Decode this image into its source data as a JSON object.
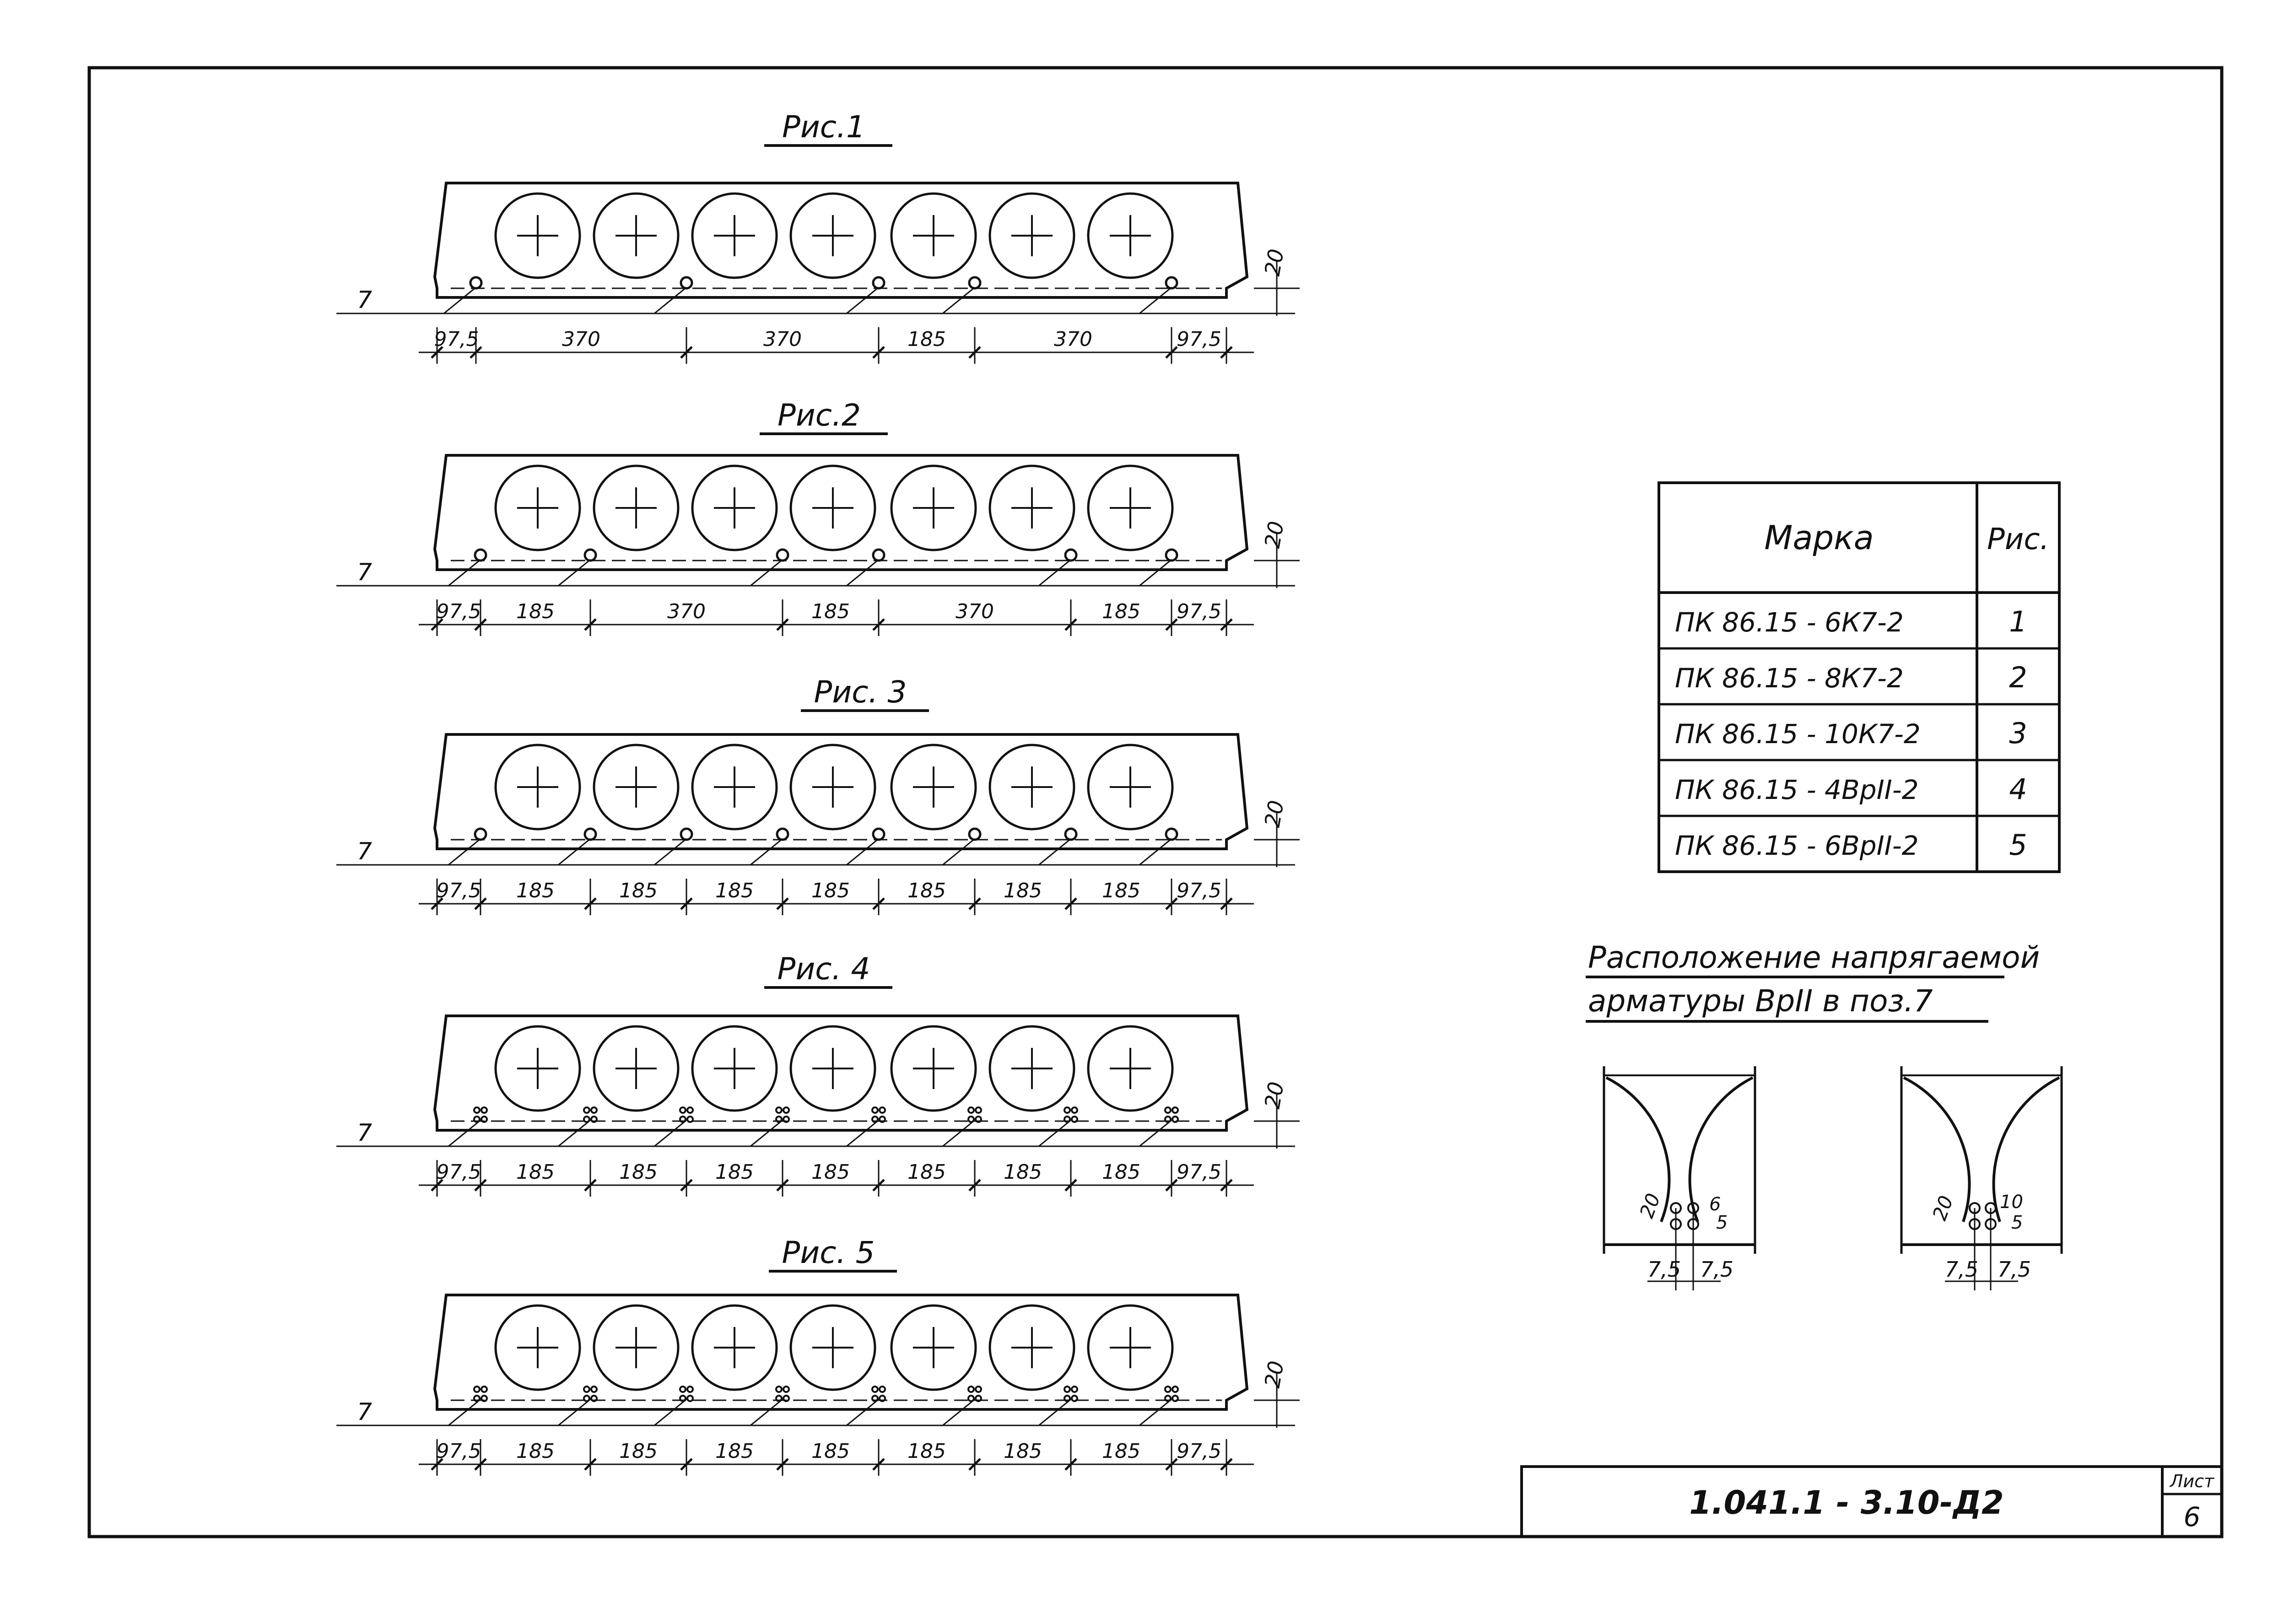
{
  "figures": [
    {
      "title": "Рис.1",
      "dims": [
        "97,5",
        "370",
        "370",
        "185",
        "370",
        "97,5"
      ],
      "bars": [
        1040,
        1500,
        1920,
        2130,
        2560
      ],
      "bar_style": "single"
    },
    {
      "title": "Рис.2",
      "dims": [
        "97,5",
        "185",
        "370",
        "185",
        "370",
        "185",
        "97,5"
      ],
      "bars": [
        1050,
        1290,
        1710,
        1920,
        2340,
        2560
      ],
      "bar_style": "single"
    },
    {
      "title": "Рис. 3",
      "dims": [
        "97,5",
        "185",
        "185",
        "185",
        "185",
        "185",
        "185",
        "185",
        "97,5"
      ],
      "bars": [
        1050,
        1290,
        1500,
        1710,
        1920,
        2130,
        2340,
        2560
      ],
      "bar_style": "single"
    },
    {
      "title": "Рис. 4",
      "dims": [
        "97,5",
        "185",
        "185",
        "185",
        "185",
        "185",
        "185",
        "185",
        "97,5"
      ],
      "bars": [
        1050,
        1290,
        1500,
        1710,
        1920,
        2130,
        2340,
        2560
      ],
      "bar_style": "wire"
    },
    {
      "title": "Рис. 5",
      "dims": [
        "97,5",
        "185",
        "185",
        "185",
        "185",
        "185",
        "185",
        "185",
        "97,5"
      ],
      "bars": [
        1050,
        1290,
        1500,
        1710,
        1920,
        2130,
        2340,
        2560
      ],
      "bar_style": "wire"
    }
  ],
  "position_label": "7",
  "height_dim": "20",
  "table": {
    "headers": [
      "Марка",
      "Рис."
    ],
    "rows": [
      {
        "mark": "ПК 86.15 - 6К7-2",
        "fig": "1"
      },
      {
        "mark": "ПК 86.15 - 8К7-2",
        "fig": "2"
      },
      {
        "mark": "ПК 86.15 - 10К7-2",
        "fig": "3"
      },
      {
        "mark": "ПК 86.15 - 4ВрII-2",
        "fig": "4"
      },
      {
        "mark": "ПК 86.15 - 6ВрII-2",
        "fig": "5"
      }
    ]
  },
  "detail": {
    "title_line1": "Расположение напрягаемой",
    "title_line2": "арматуры ВрII в поз.7",
    "dims_left": {
      "bottom_left": "7,5",
      "bottom_right": "7,5",
      "height": "20",
      "spacing_a": "6",
      "spacing_b": "5"
    },
    "dims_right": {
      "bottom_left": "7,5",
      "bottom_right": "7,5",
      "height": "20",
      "spacing_a": "10",
      "spacing_b": "5"
    }
  },
  "title_block": {
    "doc_code": "1.041.1 - 3.10-Д2",
    "sheet_label": "Лист",
    "sheet_number": "6"
  }
}
